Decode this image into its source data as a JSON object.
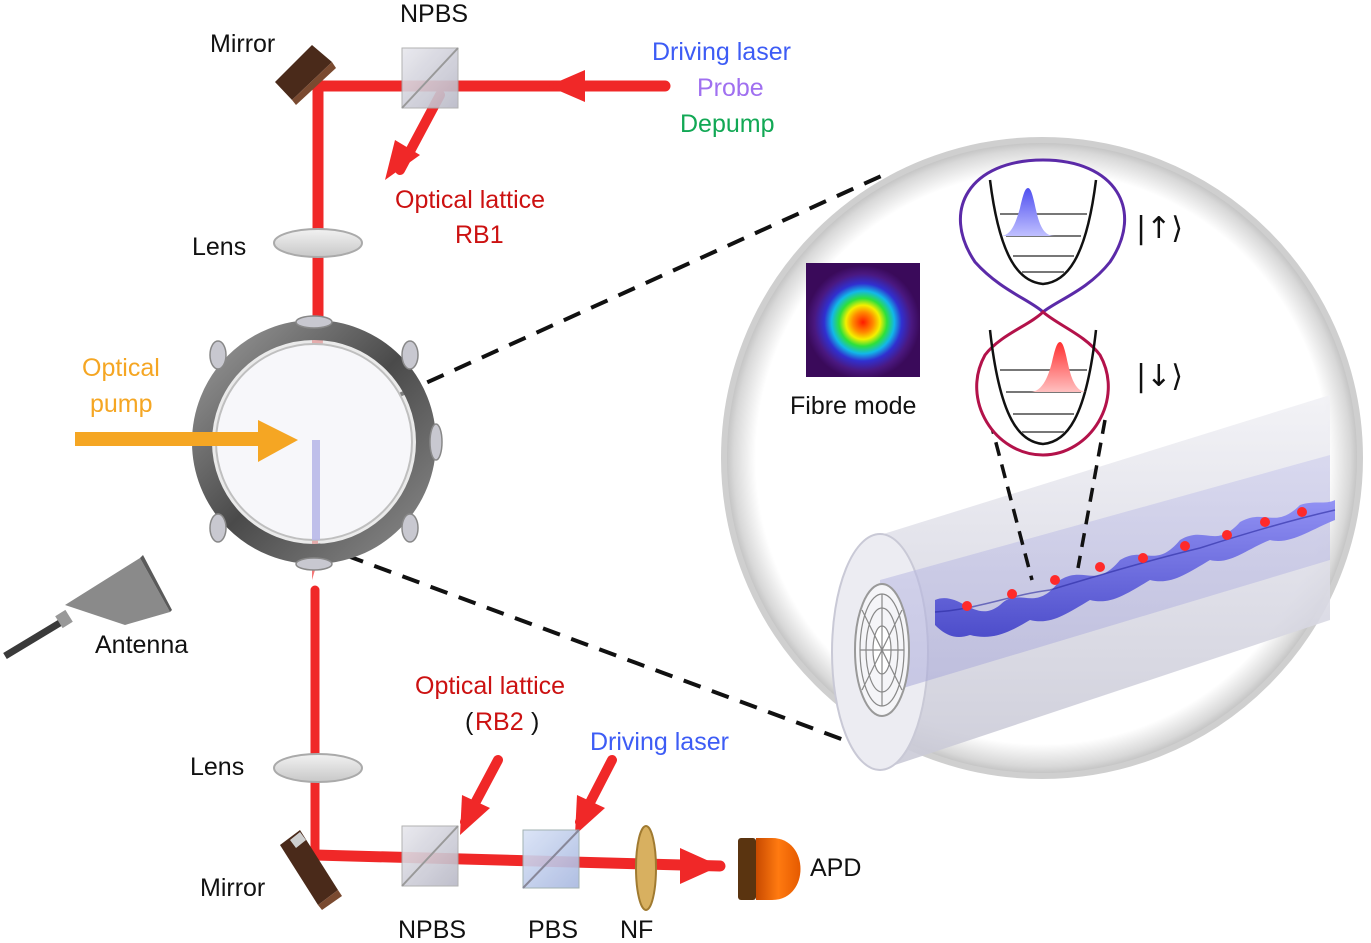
{
  "labels": {
    "npbs_top": "NPBS",
    "mirror_top": "Mirror",
    "driving_laser_top": "Driving laser",
    "probe": "Probe",
    "depump": "Depump",
    "optical_lattice_top": "Optical lattice",
    "rb1": "RB1",
    "lens_top": "Lens",
    "optical_pump_line1": "Optical",
    "optical_pump_line2": "pump",
    "antenna": "Antenna",
    "optical_lattice_bottom": "Optical lattice",
    "rb2_open": "(",
    "rb2": "RB2",
    "rb2_close": ")",
    "driving_laser_bottom": "Driving laser",
    "lens_bottom": "Lens",
    "mirror_bottom": "Mirror",
    "npbs_bottom": "NPBS",
    "pbs": "PBS",
    "nf": "NF",
    "apd": "APD",
    "fibre_mode": "Fibre mode",
    "ket_up": "|↑⟩",
    "ket_down": "|↓⟩"
  },
  "colors": {
    "beam": "#f02828",
    "driving_laser": "#3d5cf5",
    "probe": "#a070f0",
    "depump": "#12a855",
    "optical_lattice": "#cc1111",
    "optical_pump": "#f5a623",
    "apd_orange": "#f26a00",
    "ring_up": "#5b2aa8",
    "ring_down": "#b3124a"
  }
}
